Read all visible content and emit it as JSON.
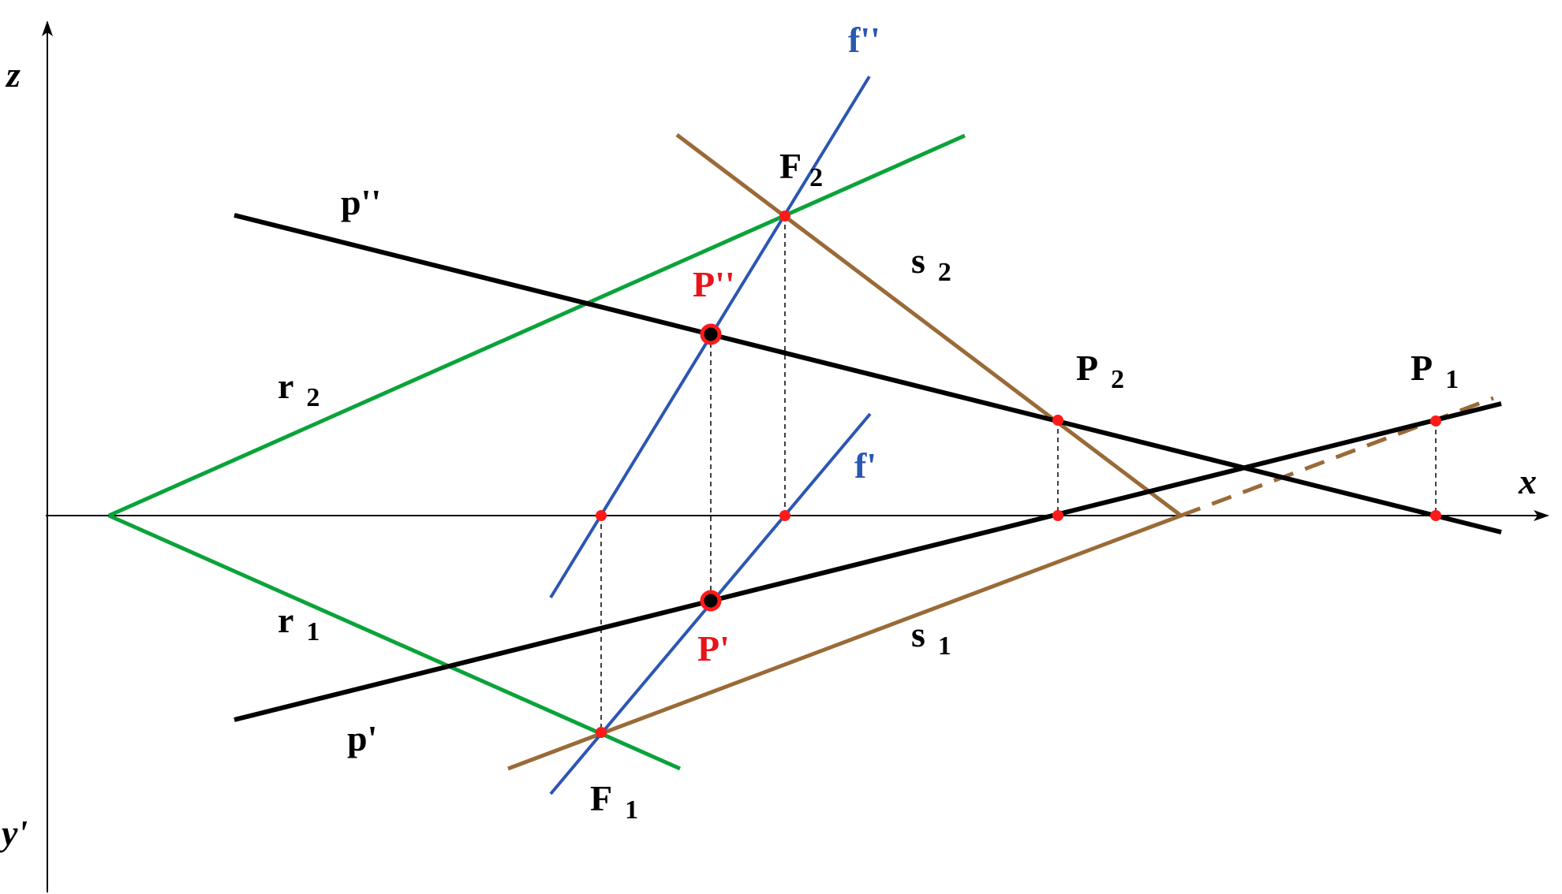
{
  "colors": {
    "black": "#000000",
    "green": "#0aa33a",
    "blue": "#2b56b3",
    "brown": "#9a6a37",
    "red": "#e8141a",
    "point_red": "#ff1a1a"
  },
  "labels": {
    "axis_z": "z",
    "axis_x": "x",
    "axis_y": "y'",
    "p_pp": "p''",
    "p_p": "p'",
    "f_pp": "f''",
    "f_p": "f'",
    "r2_main": "r",
    "r2_sub": "2",
    "r1_main": "r",
    "r1_sub": "1",
    "s2_main": "s",
    "s2_sub": "2",
    "s1_main": "s",
    "s1_sub": "1",
    "F2_main": "F",
    "F2_sub": "2",
    "F1_main": "F",
    "F1_sub": "1",
    "P2_main": "P",
    "P2_sub": "2",
    "P1_main": "P",
    "P1_sub": "1",
    "Ppp": "P''",
    "Pp": "P'"
  }
}
